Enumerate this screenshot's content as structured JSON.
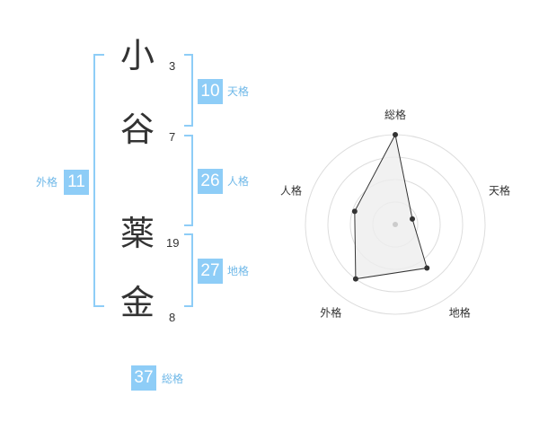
{
  "name": {
    "chars": [
      {
        "char": "小",
        "strokes": "3"
      },
      {
        "char": "谷",
        "strokes": "7"
      },
      {
        "char": "薬",
        "strokes": "19"
      },
      {
        "char": "金",
        "strokes": "8"
      }
    ]
  },
  "kaku": {
    "tenkaku": {
      "label": "天格",
      "value": "10"
    },
    "jinkaku": {
      "label": "人格",
      "value": "26"
    },
    "chikaku": {
      "label": "地格",
      "value": "27"
    },
    "gaikaku": {
      "label": "外格",
      "value": "11"
    },
    "soukaku": {
      "label": "総格",
      "value": "37"
    }
  },
  "chart_data": {
    "type": "radar",
    "axes": [
      "総格",
      "天格",
      "地格",
      "外格",
      "人格"
    ],
    "values": [
      4.0,
      0.8,
      2.4,
      3.0,
      1.9
    ],
    "max": 4,
    "rings": 4,
    "colors": {
      "fill": "#eeeeee",
      "stroke": "#333333",
      "grid": "#dddddd"
    }
  },
  "colors": {
    "accent": "#8ecdf7",
    "label": "#6fb8e8",
    "text": "#333333"
  }
}
